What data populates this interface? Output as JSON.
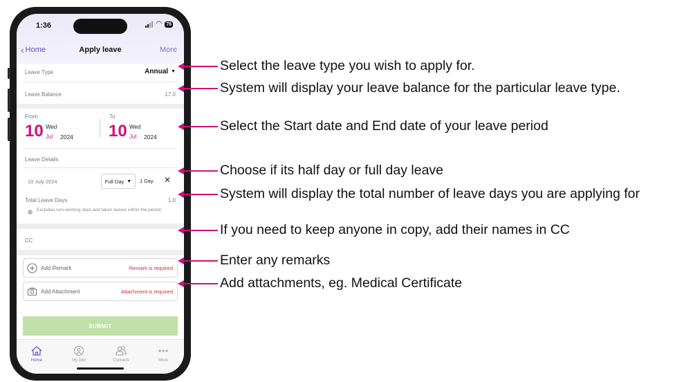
{
  "status": {
    "time": "1:36",
    "battery": "76"
  },
  "nav": {
    "back_label": "Home",
    "title": "Apply leave",
    "more_label": "More"
  },
  "form": {
    "leave_type_label": "Leave Type",
    "leave_type_value": "Annual",
    "leave_balance_label": "Leave Balance",
    "leave_balance_value": "17.0",
    "from_label": "From",
    "to_label": "To",
    "from_date": {
      "day": "10",
      "weekday": "Wed",
      "month": "Jul",
      "year": "2024"
    },
    "to_date": {
      "day": "10",
      "weekday": "Wed",
      "month": "Jul",
      "year": "2024"
    },
    "leave_details_label": "Leave Details",
    "detail_date": "10 July 2024",
    "duration_option": "Full Day",
    "duration_days": "1 Day",
    "total_leave_days_label": "Total Leave Days",
    "total_leave_days_value": "1.0",
    "info_note": "Excludes non-working days and taken leaves within the period.",
    "cc_label": "CC",
    "remark_label": "Add Remark",
    "remark_required": "Remark is required",
    "attachment_label": "Add Attachment",
    "attachment_required": "Attachment is required",
    "submit_label": "SUBMIT"
  },
  "tabbar": [
    {
      "label": "Home",
      "icon": "home-icon",
      "active": true
    },
    {
      "label": "My Info",
      "icon": "person-icon",
      "active": false
    },
    {
      "label": "Contacts",
      "icon": "contacts-icon",
      "active": false
    },
    {
      "label": "More",
      "icon": "more-dots-icon",
      "active": false
    }
  ],
  "annotations": [
    "Select the leave type you wish to apply for.",
    "System will display your leave balance for the particular leave type.",
    "Select the Start date and End date of your leave period",
    "Choose if its half day or full day leave",
    "System will display the total number of leave days you are applying for",
    "If you need to keep anyone in copy, add their names in CC",
    "Enter any remarks",
    "Add attachments, eg. Medical Certificate"
  ],
  "colors": {
    "accent": "#5a55c8",
    "date_pink": "#d0107a",
    "required_red": "#d62828",
    "submit_green": "#bfe0a8",
    "arrow_magenta": "#d0107a"
  }
}
